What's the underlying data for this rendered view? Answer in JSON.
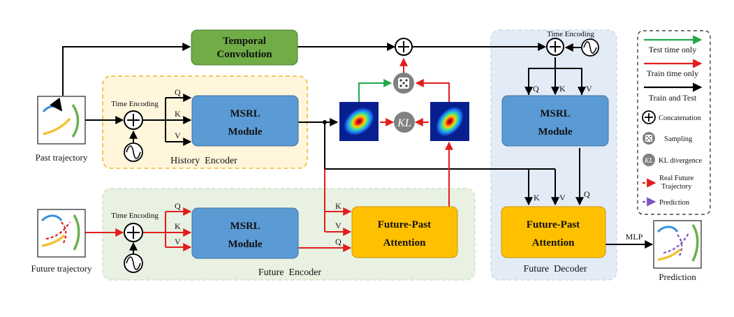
{
  "colors": {
    "history_bg": "#fff6dc",
    "history_border": "#f4b730",
    "future_enc_bg": "#e8f1e2",
    "future_dec_bg": "#e3ebf7",
    "msrl": "#5b9bd5",
    "attention": "#ffc000",
    "temporal": "#70ad47",
    "red": "#e11d1d",
    "green": "#22a84a",
    "purple": "#7d52c7",
    "black": "#000000",
    "gray_circle": "#808080"
  },
  "icons": {
    "concat": "circled-plus-icon",
    "time_encoding": "sine-wave-icon",
    "sampling": "dice-icon",
    "kl": "kl-divergence-icon",
    "distribution": "gaussian-heatmap-icon",
    "trajectory": "trajectory-arrows-icon"
  },
  "labels": {
    "temporal_line1": "Temporal",
    "temporal_line2": "Convolution",
    "msrl_line1": "MSRL",
    "msrl_line2": "Module",
    "fpa_line1": "Future-Past",
    "fpa_line2": "Attention",
    "time_encoding": "Time Encoding",
    "q": "Q",
    "k": "K",
    "v": "V",
    "kl": "KL",
    "mlp": "MLP",
    "past_trajectory": "Past trajectory",
    "future_trajectory": "Future trajectory",
    "prediction": "Prediction",
    "history_encoder": "History  Encoder",
    "future_encoder": "Future  Encoder",
    "future_decoder": "Future  Decoder"
  },
  "legend": {
    "test_time": "Test time only",
    "train_time": "Train time only",
    "train_and_test": "Train and Test",
    "concatenation": "Concatenation",
    "sampling": "Sampling",
    "kl_divergence": "KL divergence",
    "real_future_line1": "Real Future",
    "real_future_line2": "Trajectory",
    "prediction": "Prediction"
  }
}
